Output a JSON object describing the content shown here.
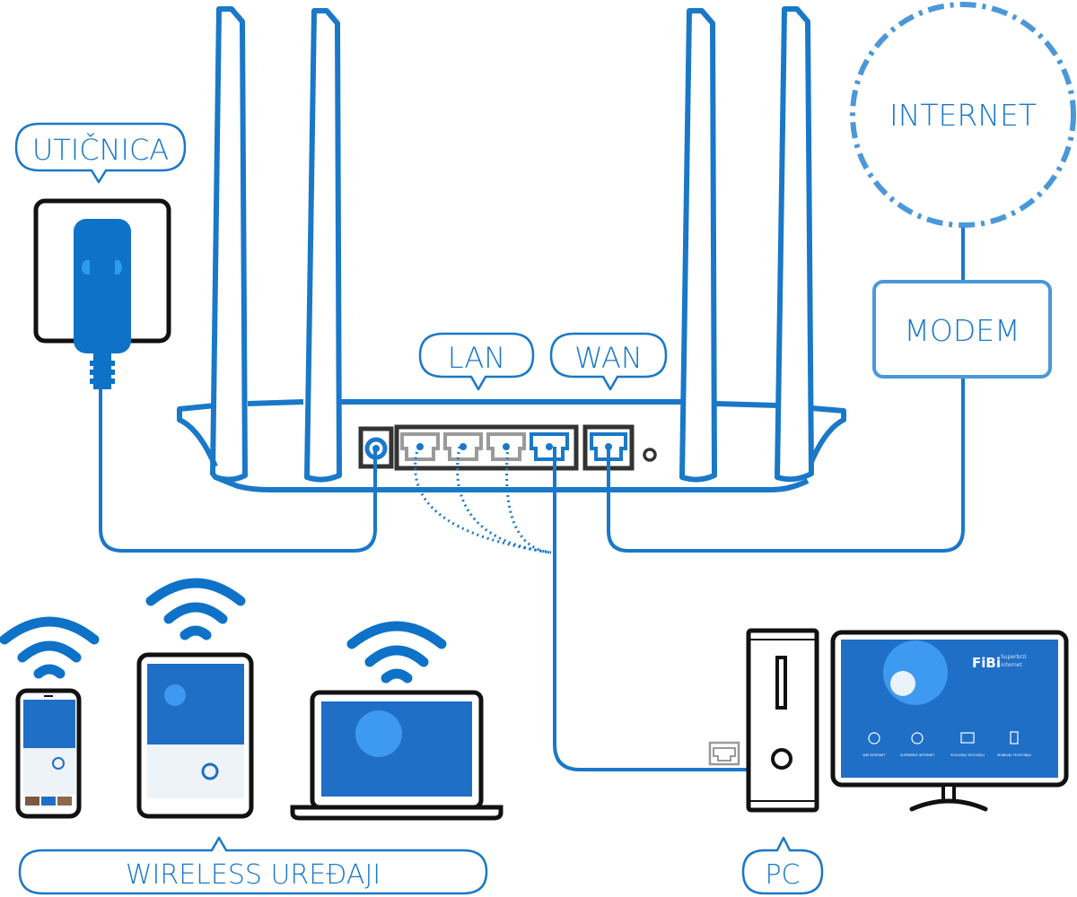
{
  "colors": {
    "blue": "#1a78c8",
    "blue_light": "#4a98d8",
    "black": "#111111",
    "gray": "#9a9a9a",
    "screen": "#1f6fc7"
  },
  "labels": {
    "socket": "UTIČNICA",
    "lan": "LAN",
    "wan": "WAN",
    "internet": "INTERNET",
    "modem": "MODEM",
    "wireless": "WIRELESS UREĐAJI",
    "pc": "PC"
  },
  "router": {
    "lan_ports": 4,
    "wan_ports": 1,
    "active_lan_port": 4
  },
  "screens": {
    "brand": "FiBi",
    "tagline_1": "Superbrzi",
    "tagline_2": "internet",
    "features": [
      "WiFi INTERNET",
      "SUPERBRZI INTERNET",
      "POGLEDAJ TELEVIZIJU",
      "MOBILNA TELEFONIJA"
    ]
  },
  "wireless_devices": [
    "phone",
    "tablet",
    "laptop"
  ]
}
